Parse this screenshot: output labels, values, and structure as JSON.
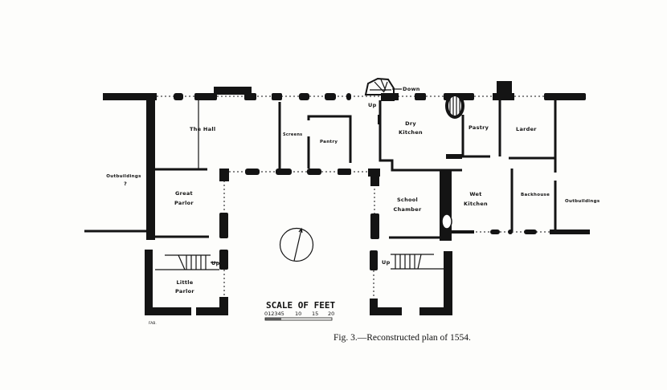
{
  "rooms": {
    "hall": "The Hall",
    "screens": "Screens",
    "pantry": "Pantry",
    "dry_kitchen": [
      "Dry",
      "Kitchen"
    ],
    "pastry": "Pastry",
    "larder": "Larder",
    "great_parlor": [
      "Great",
      "Parlor"
    ],
    "school_chamber": [
      "School",
      "Chamber"
    ],
    "wet_kitchen": [
      "Wet",
      "Kitchen"
    ],
    "backhouse": "Backhouse",
    "outbuildings_left": [
      "Outbuildings",
      "?"
    ],
    "outbuildings_right": "Outbuildings",
    "little_parlor": [
      "Little",
      "Parlor"
    ]
  },
  "stairs": {
    "up": "Up",
    "down": "Down"
  },
  "scale": {
    "title": "SCALE OF FEET",
    "ticks": [
      "012345",
      "10",
      "15",
      "20"
    ]
  },
  "initials": "FAB.",
  "caption": "Fig. 3.—Reconstructed plan of 1554."
}
